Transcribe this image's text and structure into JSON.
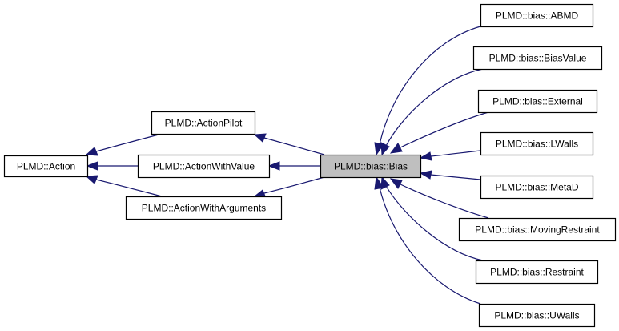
{
  "diagram": {
    "type": "class-inheritance-graph",
    "focus_node": "bias",
    "colors": {
      "edge": "#191970",
      "focus_fill": "#bfbfbf",
      "node_fill": "#ffffff",
      "node_border": "#000000"
    },
    "nodes": [
      {
        "id": "action",
        "label": "PLMD::Action"
      },
      {
        "id": "pilot",
        "label": "PLMD::ActionPilot"
      },
      {
        "id": "withvalue",
        "label": "PLMD::ActionWithValue"
      },
      {
        "id": "witharguments",
        "label": "PLMD::ActionWithArguments"
      },
      {
        "id": "bias",
        "label": "PLMD::bias::Bias"
      },
      {
        "id": "abmd",
        "label": "PLMD::bias::ABMD"
      },
      {
        "id": "biasvalue",
        "label": "PLMD::bias::BiasValue"
      },
      {
        "id": "external",
        "label": "PLMD::bias::External"
      },
      {
        "id": "lwalls",
        "label": "PLMD::bias::LWalls"
      },
      {
        "id": "metad",
        "label": "PLMD::bias::MetaD"
      },
      {
        "id": "movingrestraint",
        "label": "PLMD::bias::MovingRestraint"
      },
      {
        "id": "restraint",
        "label": "PLMD::bias::Restraint"
      },
      {
        "id": "uwalls",
        "label": "PLMD::bias::UWalls"
      }
    ],
    "edges": [
      {
        "from": "pilot",
        "to": "action"
      },
      {
        "from": "withvalue",
        "to": "action"
      },
      {
        "from": "witharguments",
        "to": "action"
      },
      {
        "from": "bias",
        "to": "pilot"
      },
      {
        "from": "bias",
        "to": "withvalue"
      },
      {
        "from": "bias",
        "to": "witharguments"
      },
      {
        "from": "abmd",
        "to": "bias"
      },
      {
        "from": "biasvalue",
        "to": "bias"
      },
      {
        "from": "external",
        "to": "bias"
      },
      {
        "from": "lwalls",
        "to": "bias"
      },
      {
        "from": "metad",
        "to": "bias"
      },
      {
        "from": "movingrestraint",
        "to": "bias"
      },
      {
        "from": "restraint",
        "to": "bias"
      },
      {
        "from": "uwalls",
        "to": "bias"
      }
    ]
  }
}
